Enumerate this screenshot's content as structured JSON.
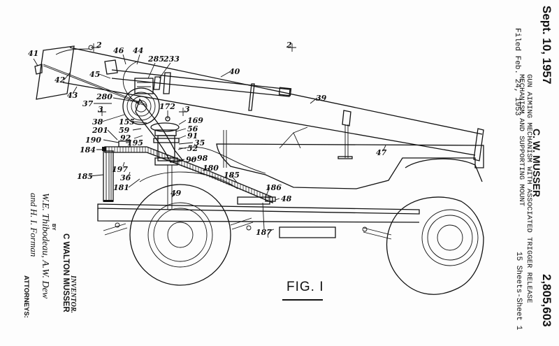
{
  "header": {
    "date": "Sept. 10, 1957",
    "filed": "Filed Feb. 24, 1953",
    "inventor": "C. W. MUSSER",
    "title_line1": "GUN AIMING MECHANISM WITH ASSOCIATED TRIGGER RELEASE",
    "title_line2": "MECHANISM AND SUPPORTING MOUNT",
    "patent_number": "2,805,603",
    "sheets": "15 Sheets-Sheet 1"
  },
  "inventor_block": {
    "label": "INVENTOR.",
    "name": "C WALTON MUSSER",
    "by": "BY",
    "signature_line1": "W.E. Thibodeau, A.W. Dew",
    "signature_line2": "and H. I. Forman",
    "attorneys": "ATTORNEYS:"
  },
  "figure": {
    "label": "FIG. I"
  },
  "reference_numerals": {
    "n41": "41",
    "n42": "42",
    "n43": "43",
    "n45": "45",
    "n46": "46",
    "n44": "44",
    "n285": "285",
    "n233": "233",
    "n40": "40",
    "n39": "39",
    "n280": "280",
    "n37": "37",
    "n38": "38",
    "n155": "155",
    "n59": "59",
    "n92": "92",
    "n201": "201",
    "n190": "190",
    "n195": "195",
    "n184": "184",
    "n185a": "185",
    "n197": "197",
    "n36": "36",
    "n181": "181",
    "n172": "172",
    "n169": "169",
    "n56": "56",
    "n91": "91",
    "n35": "35",
    "n52": "52",
    "n90": "90",
    "n98": "98",
    "n180": "180",
    "n185b": "185",
    "n47": "47",
    "n49": "49",
    "n186": "186",
    "n48": "48",
    "n187": "187",
    "sec2a": "2",
    "sec2b": "2",
    "sec3a": "3",
    "sec3b": "3"
  }
}
